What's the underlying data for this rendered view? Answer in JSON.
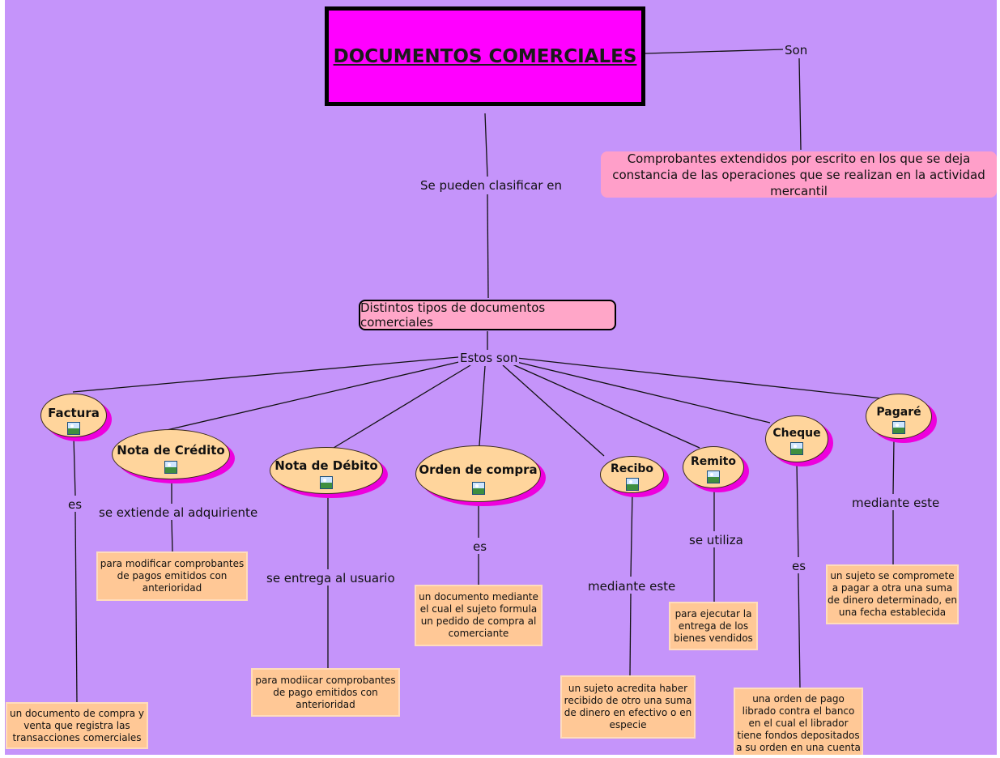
{
  "title": "DOCUMENTOS COMERCIALES",
  "link_son": "Son",
  "definition": "Comprobantes extendidos por escrito en los que se deja constancia de las operaciones que se realizan en la actividad mercantil",
  "link_clasificar": "Se pueden clasificar en",
  "types_box": "Distintos tipos de documentos comerciales",
  "link_estos": "Estos son",
  "icon": "image-icon",
  "colors": {
    "background": "#c594fa",
    "title": "#ff00ff",
    "oval": "#ffd59c",
    "shadow": "#ee00dd",
    "note": "#ffc896",
    "definition": "#ff9fc9"
  },
  "documents": [
    {
      "name": "Factura",
      "link": "es",
      "description": "un documento de compra y venta que registra las transacciones comerciales"
    },
    {
      "name": "Nota de Crédito",
      "link": "se extiende al adquiriente",
      "description": "para modificar comprobantes de pagos emitidos con anterioridad"
    },
    {
      "name": "Nota de Débito",
      "link": "se entrega al usuario",
      "description": "para modiicar comprobantes de pago emitidos con anterioridad"
    },
    {
      "name": "Orden de compra",
      "link": "es",
      "description": "un documento mediante el cual el sujeto formula un pedido de compra al comerciante"
    },
    {
      "name": "Recibo",
      "link": "mediante este",
      "description": "un sujeto acredita haber recibido de otro una suma de dinero en efectivo o en especie"
    },
    {
      "name": "Remito",
      "link": "se utiliza",
      "description": "para ejecutar la entrega de los bienes vendidos"
    },
    {
      "name": "Cheque",
      "link": "es",
      "description": "una orden de pago librado contra el banco en el cual el librador tiene fondos depositados a su orden en una cuenta"
    },
    {
      "name": "Pagaré",
      "link": "mediante este",
      "description": "un sujeto se compromete a pagar a otra una suma de dinero determinado, en una fecha establecida"
    }
  ]
}
